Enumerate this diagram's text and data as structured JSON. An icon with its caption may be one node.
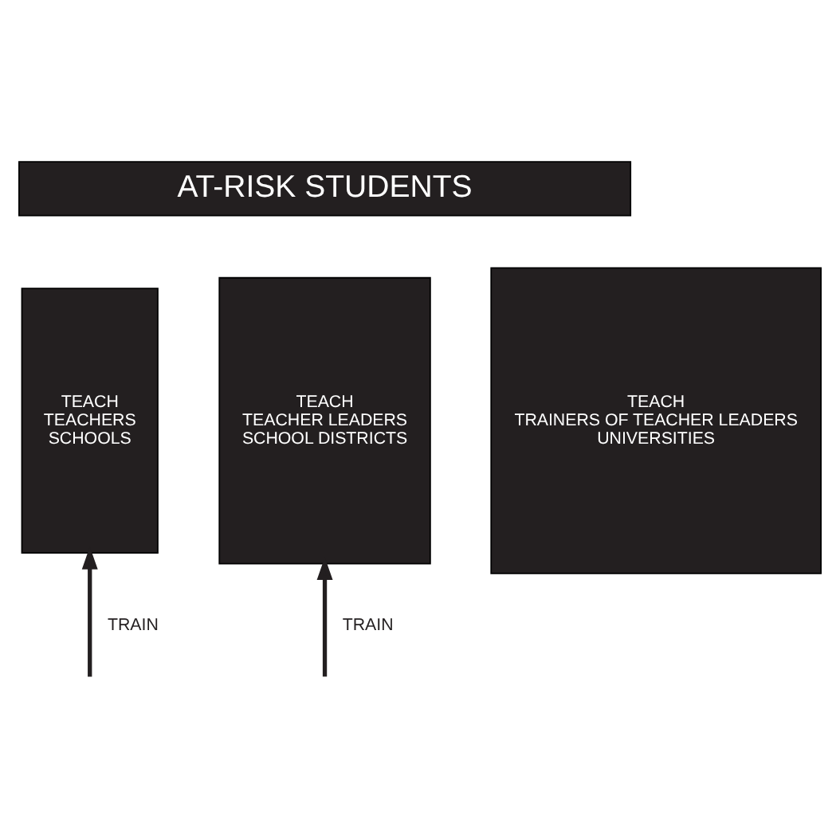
{
  "diagram": {
    "nodes": [
      {
        "text": [
          "AT-RISK STUDENTS"
        ]
      },
      {
        "text": [
          "TEACH",
          "TEACHERS",
          "SCHOOLS"
        ]
      },
      {
        "text": [
          "TEACH",
          "TEACHER LEADERS",
          "SCHOOL DISTRICTS"
        ]
      },
      {
        "text": [
          "TEACH",
          "TRAINERS OF TEACHER LEADERS",
          "UNIVERSITIES"
        ]
      }
    ],
    "edges": [
      {
        "from": null,
        "to": 1,
        "arrow": "to",
        "label": "TRAIN"
      },
      {
        "from": null,
        "to": 2,
        "arrow": "to",
        "label": "TRAIN"
      }
    ]
  }
}
